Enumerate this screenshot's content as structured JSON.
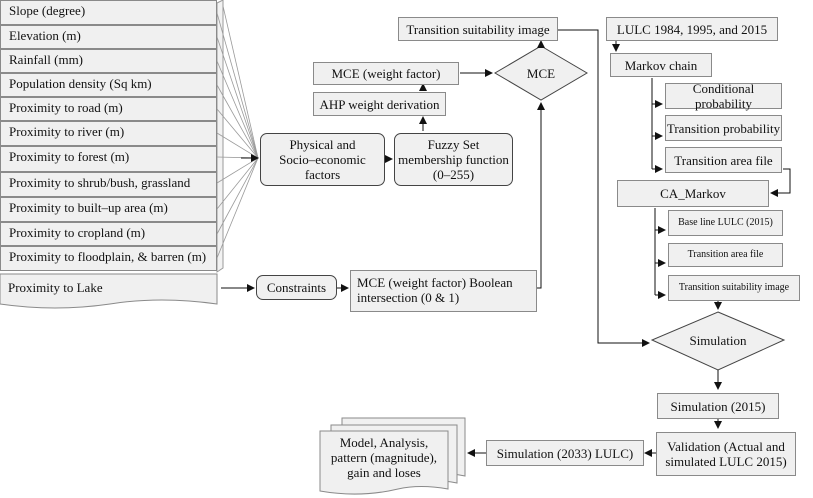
{
  "factors": [
    "Slope (degree)",
    "Elevation (m)",
    "Rainfall (mm)",
    "Population density (Sq km)",
    "Proximity to road (m)",
    "Proximity to river (m)",
    "Proximity to forest (m)",
    "Proximity to shrub/bush, grassland",
    "Proximity to built–up area (m)",
    "Proximity to cropland (m)",
    "Proximity to floodplain, & barren (m)"
  ],
  "lake": "Proximity to Lake",
  "physical": "Physical and\nSocio–economic\nfactors",
  "fuzzy": "Fuzzy Set\nmembership function\n(0–255)",
  "ahp": "AHP weight derivation",
  "mce_weight": "MCE (weight factor)",
  "mce": "MCE",
  "transition_image": "Transition suitability image",
  "constraints": "Constraints",
  "boolean": "MCE (weight factor) Boolean\nintersection (0 & 1)",
  "lulc": "LULC 1984, 1995, and 2015",
  "markov": "Markov chain",
  "markov_outputs": [
    "Conditional probability",
    "Transition probability",
    "Transition area file"
  ],
  "ca_markov": "CA_Markov",
  "ca_inputs": [
    "Base line LULC (2015)",
    "Transition area file",
    "Transition suitability image"
  ],
  "simulation": "Simulation",
  "simulation_2015": "Simulation (2015)",
  "validation": "Validation (Actual and\nsimulated LULC 2015)",
  "simulation_2033": "Simulation (2033) LULC)",
  "model": "Model, Analysis,\npattern (magnitude),\ngain and loses"
}
